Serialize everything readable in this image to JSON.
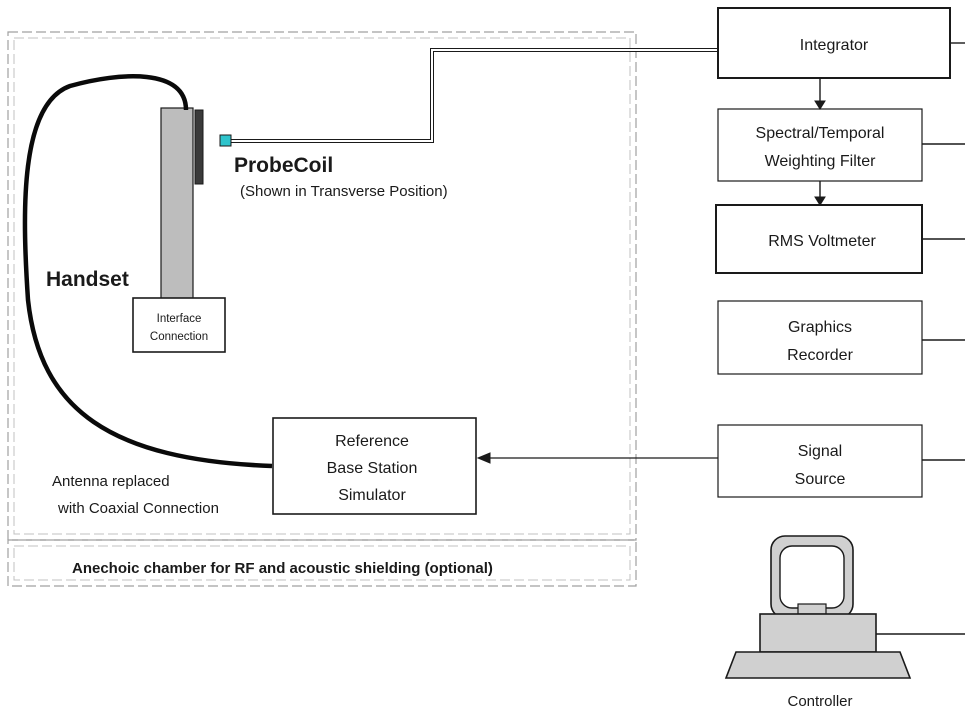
{
  "blocks": {
    "integrator": [
      "Integrator"
    ],
    "weighting_filter": [
      "Spectral/Temporal",
      "Weighting Filter"
    ],
    "rms_voltmeter": [
      "RMS Voltmeter"
    ],
    "graphics_recorder": [
      "Graphics",
      "Recorder"
    ],
    "signal_source": [
      "Signal",
      "Source"
    ],
    "reference_bss": [
      "Reference",
      "Base Station",
      "Simulator"
    ],
    "interface_connection": [
      "Interface",
      "Connection"
    ]
  },
  "labels": {
    "handset": "Handset",
    "probe_coil": "ProbeCoil",
    "probe_coil_note": "(Shown in Transverse Position)",
    "antenna_note": [
      "Antenna replaced",
      "with Coaxial Connection"
    ],
    "chamber": "Anechoic chamber for RF and acoustic shielding (optional)",
    "controller": "Controller"
  },
  "colors": {
    "line": "#1a1a1a",
    "handset_fill": "#bdbdbd",
    "probe_fill": "#2ec4cc",
    "chamber_dash": "#9e9e9e",
    "monitor_fill": "#d0d0d0",
    "monitor_screen": "#ffffff"
  }
}
